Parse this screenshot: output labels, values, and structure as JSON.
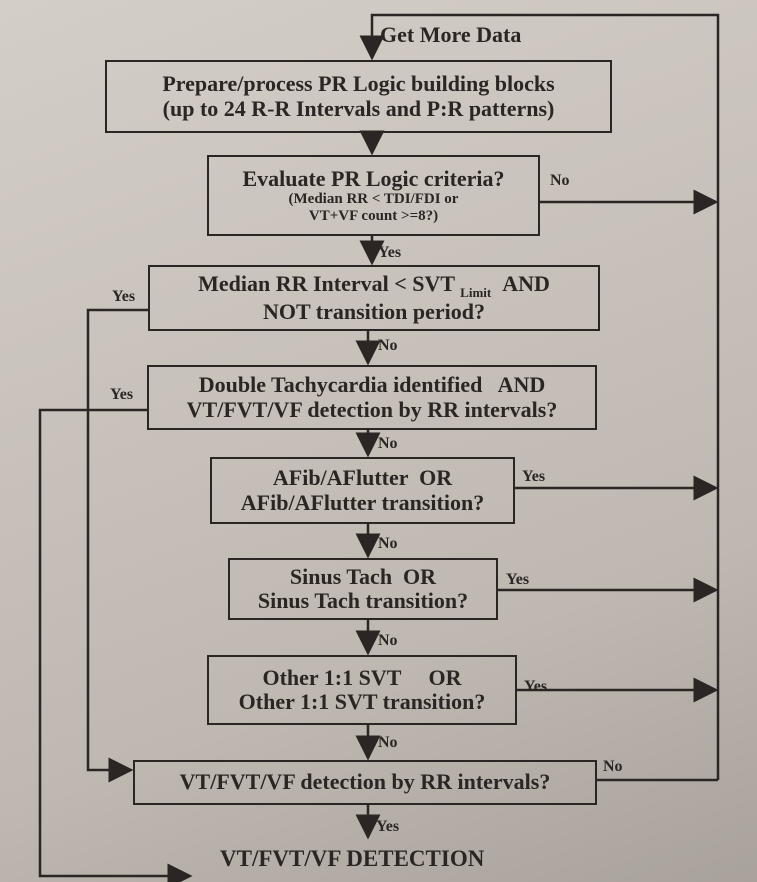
{
  "title": "Get More Data",
  "boxes": {
    "prepare": {
      "line1": "Prepare/process PR Logic building blocks",
      "line2": "(up to 24 R-R Intervals and P:R patterns)"
    },
    "evaluate": {
      "line1": "Evaluate PR Logic criteria?",
      "line2": "(Median RR < TDI/FDI or",
      "line3": "VT+VF count >=8?)"
    },
    "median": {
      "line1a": "Median RR Interval < SVT",
      "line1sub": "Limit",
      "line1b": "AND",
      "line2": "NOT transition period?"
    },
    "double": {
      "line1": "Double Tachycardia identified   AND",
      "line2": "VT/FVT/VF detection by RR intervals?"
    },
    "afib": {
      "line1": "AFib/AFlutter  OR",
      "line2": "AFib/AFlutter transition?"
    },
    "sinus": {
      "line1": "Sinus Tach  OR",
      "line2": "Sinus Tach transition?"
    },
    "other": {
      "line1": "Other 1:1 SVT     OR",
      "line2": "Other 1:1 SVT transition?"
    },
    "vtdetect": {
      "line1": "VT/FVT/VF detection by RR intervals?"
    }
  },
  "labels": {
    "yes": "Yes",
    "no": "No"
  },
  "final": "VT/FVT/VF DETECTION"
}
